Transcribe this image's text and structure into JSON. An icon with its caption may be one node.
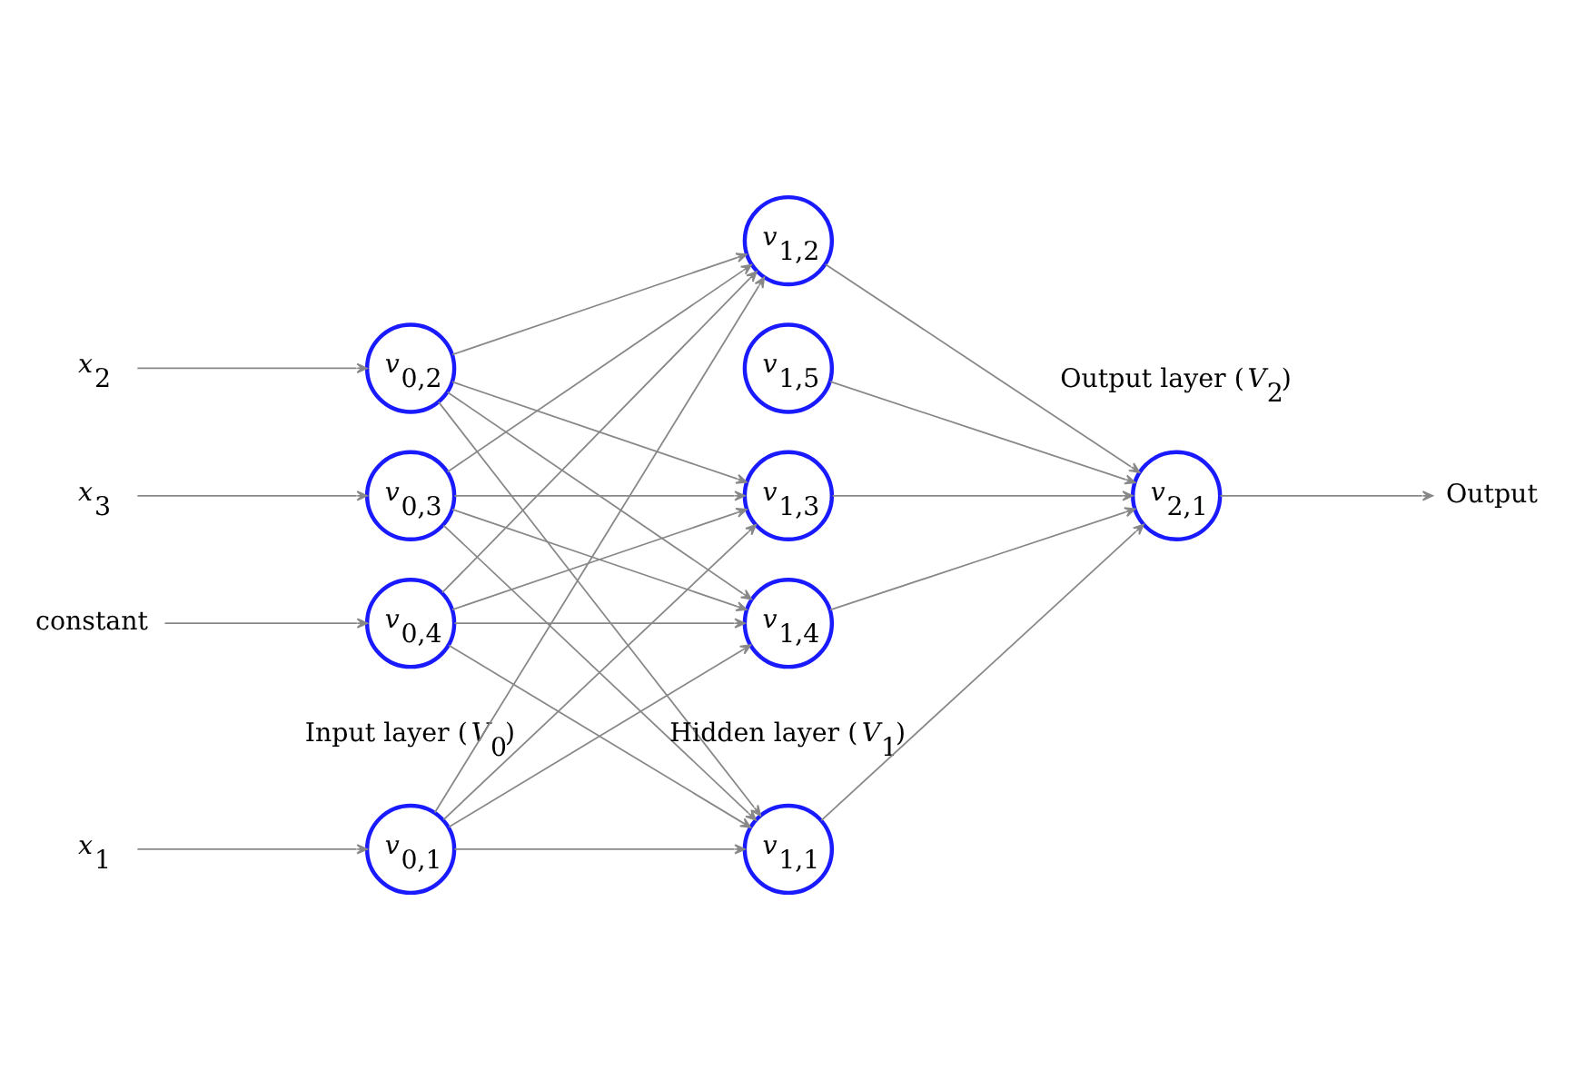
{
  "diagram": {
    "nodes": [
      {
        "text": [
          "*x*$_{1}$"
        ]
      },
      {
        "text": [
          "*x*$_{2}$"
        ]
      },
      {
        "text": [
          "*x*$_{3}$"
        ]
      },
      {
        "text": [
          "constant"
        ]
      },
      {
        "text": [
          "*v*$_{0,1}$"
        ]
      },
      {
        "text": [
          "*v*$_{0,2}$"
        ]
      },
      {
        "text": [
          "*v*$_{0,3}$"
        ]
      },
      {
        "text": [
          "*v*$_{0,4}$"
        ]
      },
      {
        "text": [
          "*v*$_{1,1}$"
        ]
      },
      {
        "text": [
          "*v*$_{1,2}$"
        ]
      },
      {
        "text": [
          "*v*$_{1,3}$"
        ]
      },
      {
        "text": [
          "*v*$_{1,4}$"
        ]
      },
      {
        "text": [
          "*v*$_{1,5}$"
        ]
      },
      {
        "text": [
          "*v*$_{2,1}$"
        ]
      },
      {
        "text": [
          "Output"
        ]
      }
    ],
    "edges": [
      {
        "from": 0,
        "to": 4,
        "arrow": "to"
      },
      {
        "from": 1,
        "to": 5,
        "arrow": "to"
      },
      {
        "from": 2,
        "to": 6,
        "arrow": "to"
      },
      {
        "from": 3,
        "to": 7,
        "arrow": "to"
      },
      {
        "from": 4,
        "to": 8,
        "arrow": "to"
      },
      {
        "from": 4,
        "to": 9,
        "arrow": "to"
      },
      {
        "from": 4,
        "to": 10,
        "arrow": "to"
      },
      {
        "from": 4,
        "to": 11,
        "arrow": "to"
      },
      {
        "from": 5,
        "to": 8,
        "arrow": "to"
      },
      {
        "from": 5,
        "to": 9,
        "arrow": "to"
      },
      {
        "from": 5,
        "to": 10,
        "arrow": "to"
      },
      {
        "from": 5,
        "to": 11,
        "arrow": "to"
      },
      {
        "from": 6,
        "to": 8,
        "arrow": "to"
      },
      {
        "from": 6,
        "to": 9,
        "arrow": "to"
      },
      {
        "from": 6,
        "to": 10,
        "arrow": "to"
      },
      {
        "from": 6,
        "to": 11,
        "arrow": "to"
      },
      {
        "from": 7,
        "to": 8,
        "arrow": "to"
      },
      {
        "from": 7,
        "to": 9,
        "arrow": "to"
      },
      {
        "from": 7,
        "to": 10,
        "arrow": "to"
      },
      {
        "from": 7,
        "to": 11,
        "arrow": "to"
      },
      {
        "from": 8,
        "to": 13,
        "arrow": "to"
      },
      {
        "from": 9,
        "to": 13,
        "arrow": "to"
      },
      {
        "from": 10,
        "to": 13,
        "arrow": "to"
      },
      {
        "from": 11,
        "to": 13,
        "arrow": "to"
      },
      {
        "from": 12,
        "to": 13,
        "arrow": "to"
      },
      {
        "from": 13,
        "to": 14,
        "arrow": "to"
      }
    ],
    "labels": [
      "Input layer (*V*$_{0}$)",
      "Hidden layer (*V*$_{1}$)",
      "Output layer (*V*$_{2}$)"
    ]
  }
}
